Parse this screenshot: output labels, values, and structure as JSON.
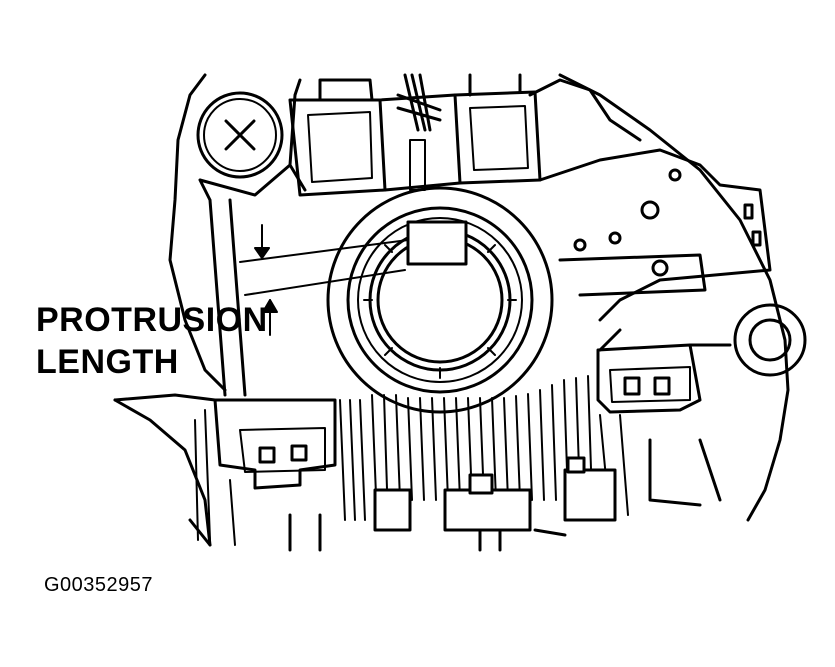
{
  "figure": {
    "label_line1": "PROTRUSION",
    "label_line2": "LENGTH",
    "figure_id": "G00352957"
  },
  "colors": {
    "ink": "#000000",
    "paper": "#ffffff"
  }
}
